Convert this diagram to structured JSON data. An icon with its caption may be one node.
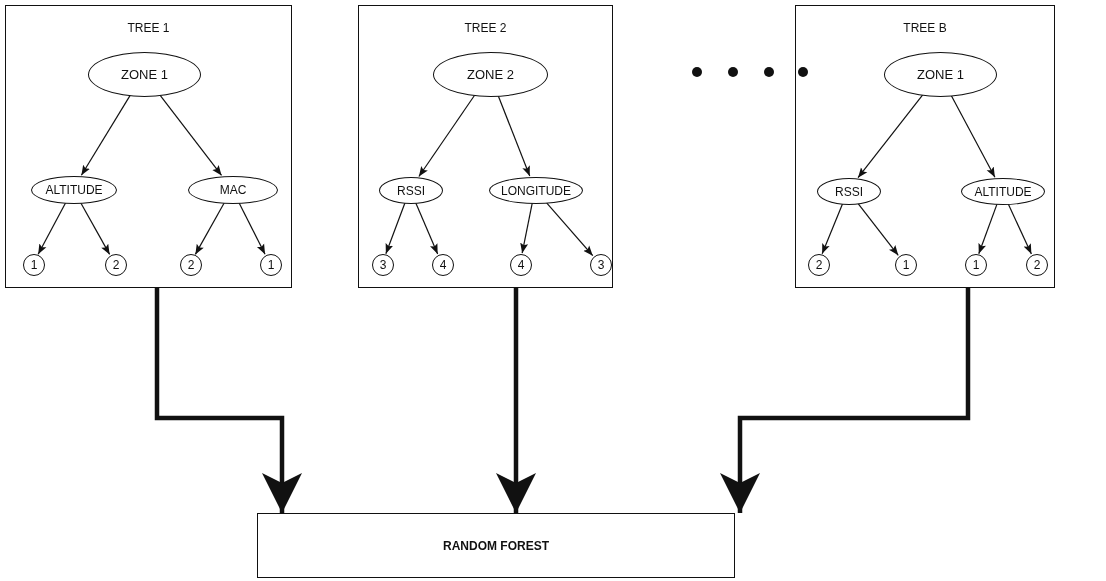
{
  "diagram": {
    "nodes": [
      {
        "text": [
          "TREE 1"
        ]
      },
      {
        "text": [
          "ZONE 1"
        ],
        "in": 0
      },
      {
        "text": [
          "ALTITUDE"
        ],
        "in": 0
      },
      {
        "text": [
          "MAC"
        ],
        "in": 0
      },
      {
        "text": [
          "1"
        ],
        "in": 0
      },
      {
        "text": [
          "2"
        ],
        "in": 0
      },
      {
        "text": [
          "2"
        ],
        "in": 0
      },
      {
        "text": [
          "1"
        ],
        "in": 0
      },
      {
        "text": [
          "TREE 2"
        ]
      },
      {
        "text": [
          "ZONE 2"
        ],
        "in": 8
      },
      {
        "text": [
          "RSSI"
        ],
        "in": 8
      },
      {
        "text": [
          "LONGITUDE"
        ],
        "in": 8
      },
      {
        "text": [
          "3"
        ],
        "in": 8
      },
      {
        "text": [
          "4"
        ],
        "in": 8
      },
      {
        "text": [
          "4"
        ],
        "in": 8
      },
      {
        "text": [
          "3"
        ],
        "in": 8
      },
      {
        "text": [
          "TREE B"
        ]
      },
      {
        "text": [
          "ZONE 1"
        ],
        "in": 16
      },
      {
        "text": [
          "RSSI"
        ],
        "in": 16
      },
      {
        "text": [
          "ALTITUDE"
        ],
        "in": 16
      },
      {
        "text": [
          "2"
        ],
        "in": 16
      },
      {
        "text": [
          "1"
        ],
        "in": 16
      },
      {
        "text": [
          "1"
        ],
        "in": 16
      },
      {
        "text": [
          "2"
        ],
        "in": 16
      },
      {
        "text": [
          "RANDOM FOREST"
        ]
      }
    ],
    "edges": [
      {
        "from": 1,
        "to": 2,
        "arrow": "to"
      },
      {
        "from": 1,
        "to": 3,
        "arrow": "to"
      },
      {
        "from": 2,
        "to": 4,
        "arrow": "to"
      },
      {
        "from": 2,
        "to": 5,
        "arrow": "to"
      },
      {
        "from": 3,
        "to": 6,
        "arrow": "to"
      },
      {
        "from": 3,
        "to": 7,
        "arrow": "to"
      },
      {
        "from": 9,
        "to": 10,
        "arrow": "to"
      },
      {
        "from": 9,
        "to": 11,
        "arrow": "to"
      },
      {
        "from": 10,
        "to": 12,
        "arrow": "to"
      },
      {
        "from": 10,
        "to": 13,
        "arrow": "to"
      },
      {
        "from": 11,
        "to": 14,
        "arrow": "to"
      },
      {
        "from": 11,
        "to": 15,
        "arrow": "to"
      },
      {
        "from": 17,
        "to": 18,
        "arrow": "to"
      },
      {
        "from": 17,
        "to": 19,
        "arrow": "to"
      },
      {
        "from": 18,
        "to": 20,
        "arrow": "to"
      },
      {
        "from": 18,
        "to": 21,
        "arrow": "to"
      },
      {
        "from": 19,
        "to": 22,
        "arrow": "to"
      },
      {
        "from": 19,
        "to": 23,
        "arrow": "to"
      },
      {
        "from": 0,
        "to": 24,
        "arrow": "to",
        "style": "thick"
      },
      {
        "from": 8,
        "to": 24,
        "arrow": "to",
        "style": "thick"
      },
      {
        "from": 16,
        "to": 24,
        "arrow": "to",
        "style": "thick"
      }
    ]
  }
}
